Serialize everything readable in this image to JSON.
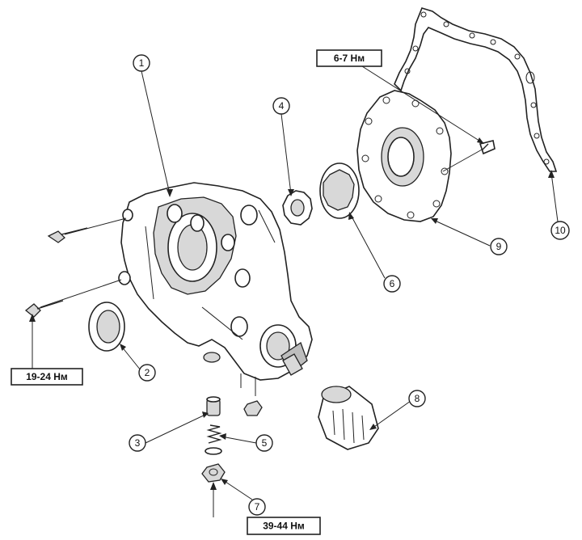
{
  "callouts": {
    "c1": "1",
    "c2": "2",
    "c3": "3",
    "c4": "4",
    "c5": "5",
    "c6": "6",
    "c7": "7",
    "c8": "8",
    "c9": "9",
    "c10": "10"
  },
  "torques": {
    "t_cover_bolt": "6-7 Нм",
    "t_pump_bolt": "19-24 Нм",
    "t_plug": "39-44 Нм"
  }
}
